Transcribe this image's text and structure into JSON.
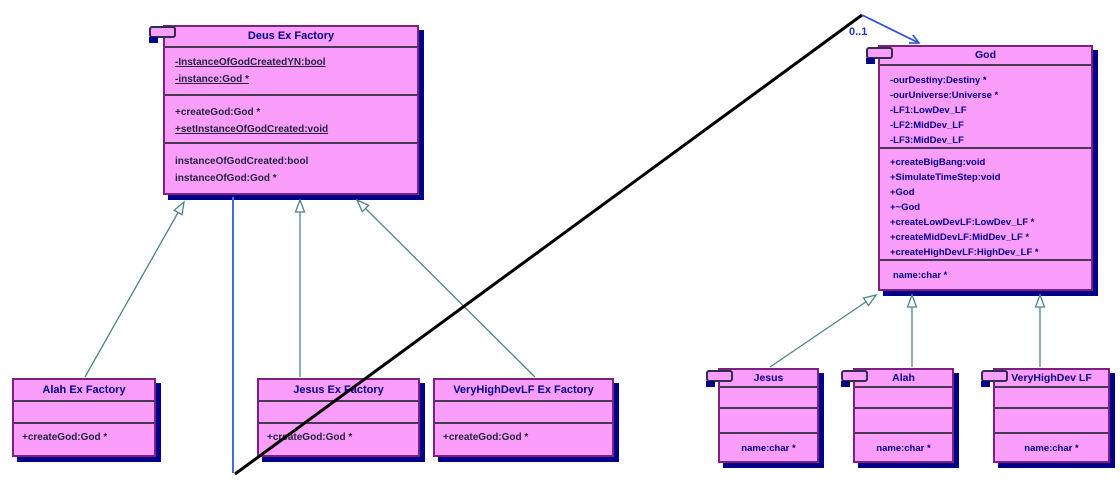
{
  "colors": {
    "class_fill": "#fb9dfb",
    "class_border": "#7d2181",
    "class_shadow": "#00008b",
    "title_text": "#00008b",
    "generalization_line": "#4d8585",
    "association_line": "#4169e1",
    "annotation_line": "#000000"
  },
  "factory_hierarchy": {
    "base": {
      "title": "Deus Ex Factory",
      "attributes": [
        "-InstanceOfGodCreatedYN:bool",
        "-instance:God *"
      ],
      "operations": [
        "+createGod:God *",
        "+setInstanceOfGodCreated:void"
      ],
      "properties": [
        "instanceOfGodCreated:bool",
        "instanceOfGod:God *"
      ]
    },
    "children": [
      {
        "title": "Alah Ex Factory",
        "operations": [
          "+createGod:God *"
        ]
      },
      {
        "title": "Jesus Ex Factory",
        "operations": [
          "+createGod:God *"
        ]
      },
      {
        "title": "VeryHighDevLF Ex Factory",
        "operations": [
          "+createGod:God *"
        ]
      }
    ]
  },
  "god_hierarchy": {
    "base": {
      "title": "God",
      "attributes": [
        "-ourDestiny:Destiny *",
        "-ourUniverse:Universe *",
        "-LF1:LowDev_LF",
        "-LF2:MidDev_LF",
        "-LF3:MidDev_LF"
      ],
      "operations": [
        "+createBigBang:void",
        "+SimulateTimeStep:void",
        "+God",
        "+~God",
        "+createLowDevLF:LowDev_LF *",
        "+createMidDevLF:MidDev_LF *",
        "+createHighDevLF:HighDev_LF *"
      ],
      "properties": [
        "name:char *"
      ]
    },
    "children": [
      {
        "title": "Jesus",
        "properties": [
          "name:char *"
        ]
      },
      {
        "title": "Alah",
        "properties": [
          "name:char *"
        ]
      },
      {
        "title": "VeryHighDev LF",
        "properties": [
          "name:char *"
        ]
      }
    ]
  },
  "association": {
    "multiplicity": "0..1"
  }
}
